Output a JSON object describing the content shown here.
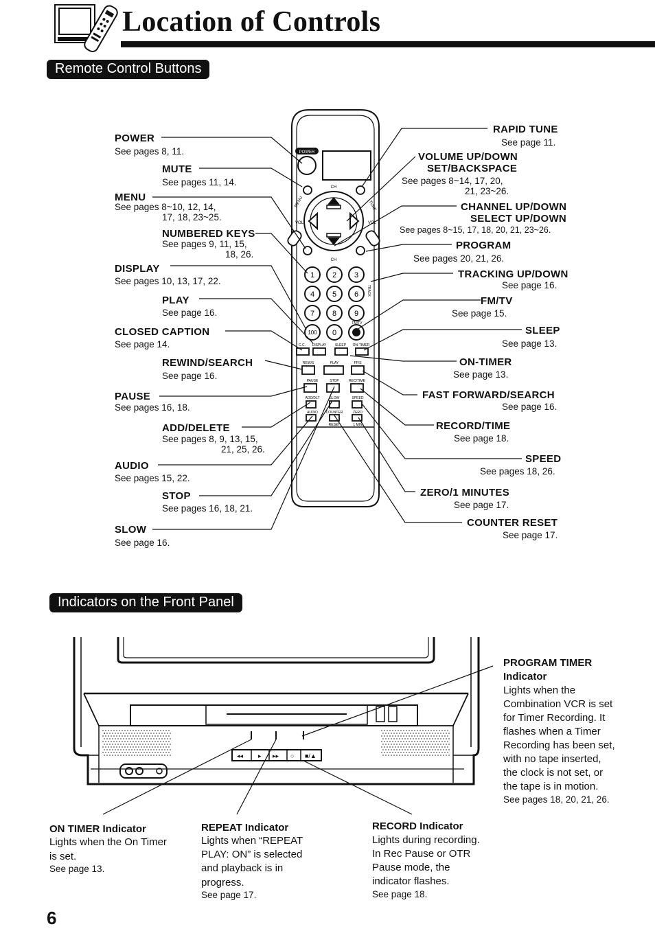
{
  "page": {
    "title": "Location of Controls",
    "page_number": "6"
  },
  "section_remote": {
    "heading": "Remote Control Buttons",
    "left_labels": [
      {
        "name": "POWER",
        "ref": "See pages 8, 11."
      },
      {
        "name": "MUTE",
        "ref": "See pages 11, 14."
      },
      {
        "name": "MENU",
        "ref1": "See pages 8~10, 12, 14,",
        "ref2": "17, 18, 23~25."
      },
      {
        "name": "NUMBERED KEYS",
        "ref1": "See pages 9, 11, 15,",
        "ref2": "18, 26."
      },
      {
        "name": "DISPLAY",
        "ref": "See pages 10, 13, 17, 22."
      },
      {
        "name": "PLAY",
        "ref": "See page 16."
      },
      {
        "name": "CLOSED CAPTION",
        "ref": "See page 14."
      },
      {
        "name": "REWIND/SEARCH",
        "ref": "See page 16."
      },
      {
        "name": "PAUSE",
        "ref": "See pages 16, 18."
      },
      {
        "name": "ADD/DELETE",
        "ref1": "See pages 8, 9, 13, 15,",
        "ref2": "21, 25, 26."
      },
      {
        "name": "AUDIO",
        "ref": "See pages 15, 22."
      },
      {
        "name": "STOP",
        "ref": "See pages 16, 18, 21."
      },
      {
        "name": "SLOW",
        "ref": "See page 16."
      }
    ],
    "right_labels": [
      {
        "name": "RAPID TUNE",
        "ref": "See page 11."
      },
      {
        "name1": "VOLUME UP/DOWN",
        "name2": "SET/BACKSPACE",
        "ref1": "See pages 8~14, 17, 20,",
        "ref2": "21, 23~26."
      },
      {
        "name1": "CHANNEL UP/DOWN",
        "name2": "SELECT UP/DOWN",
        "ref": "See pages 8~15, 17, 18, 20, 21, 23~26."
      },
      {
        "name": "PROGRAM",
        "ref": "See pages 20, 21, 26."
      },
      {
        "name": "TRACKING UP/DOWN",
        "ref": "See page 16."
      },
      {
        "name": "FM/TV",
        "ref": "See page 15."
      },
      {
        "name": "SLEEP",
        "ref": "See page 13."
      },
      {
        "name": "ON-TIMER",
        "ref": "See page 13."
      },
      {
        "name": "FAST FORWARD/SEARCH",
        "ref": "See page 16."
      },
      {
        "name": "RECORD/TIME",
        "ref": "See page 18."
      },
      {
        "name": "SPEED",
        "ref": "See pages 18, 26."
      },
      {
        "name": "ZERO/1 MINUTES",
        "ref": "See page 17."
      },
      {
        "name": "COUNTER RESET",
        "ref": "See page 17."
      }
    ],
    "remote_text": {
      "power": "POWER",
      "ch": "CH",
      "vol": "VOL",
      "menu": "MENU",
      "tune": "TUNE",
      "prog": "PROG",
      "fmtv": "FM/TV",
      "track": "TRACK",
      "digits": [
        "1",
        "2",
        "3",
        "4",
        "5",
        "6",
        "7",
        "8",
        "9",
        "100",
        "0"
      ],
      "row1": [
        "C.C.",
        "DISPLAY",
        "SLEEP",
        "ON-TIMER"
      ],
      "row2": [
        "REW/S",
        "PLAY",
        "FF/S"
      ],
      "row3": [
        "PAUSE",
        "STOP",
        "REC/TIME"
      ],
      "row4": [
        "ADD/DLT",
        "SLOW",
        "SPEED"
      ],
      "row5": [
        "AUDIO",
        "COUNTER",
        "ZERO"
      ],
      "row6": [
        "RESET",
        "1 MIN"
      ]
    }
  },
  "section_indicators": {
    "heading": "Indicators on the Front Panel",
    "program_timer": {
      "title1": "PROGRAM TIMER",
      "title2": "Indicator",
      "lines": [
        "Lights when the",
        "Combination VCR is set",
        "for Timer Recording. It",
        "flashes when a Timer",
        "Recording has been set,",
        "with no tape inserted,",
        "the clock is not set, or",
        "the tape is in motion."
      ],
      "ref": "See pages 18, 20, 21, 26."
    },
    "on_timer": {
      "title": "ON TIMER Indicator",
      "lines": [
        "Lights when the On Timer",
        "is set."
      ],
      "ref": "See page 13."
    },
    "repeat": {
      "title": "REPEAT Indicator",
      "lines": [
        "Lights when “REPEAT",
        "PLAY: ON” is selected",
        "and playback is in",
        "progress."
      ],
      "ref": "See page 17."
    },
    "record": {
      "title": "RECORD Indicator",
      "lines": [
        "Lights during recording.",
        "In Rec Pause or OTR",
        "Pause mode, the",
        "indicator flashes."
      ],
      "ref": "See page 18."
    }
  }
}
